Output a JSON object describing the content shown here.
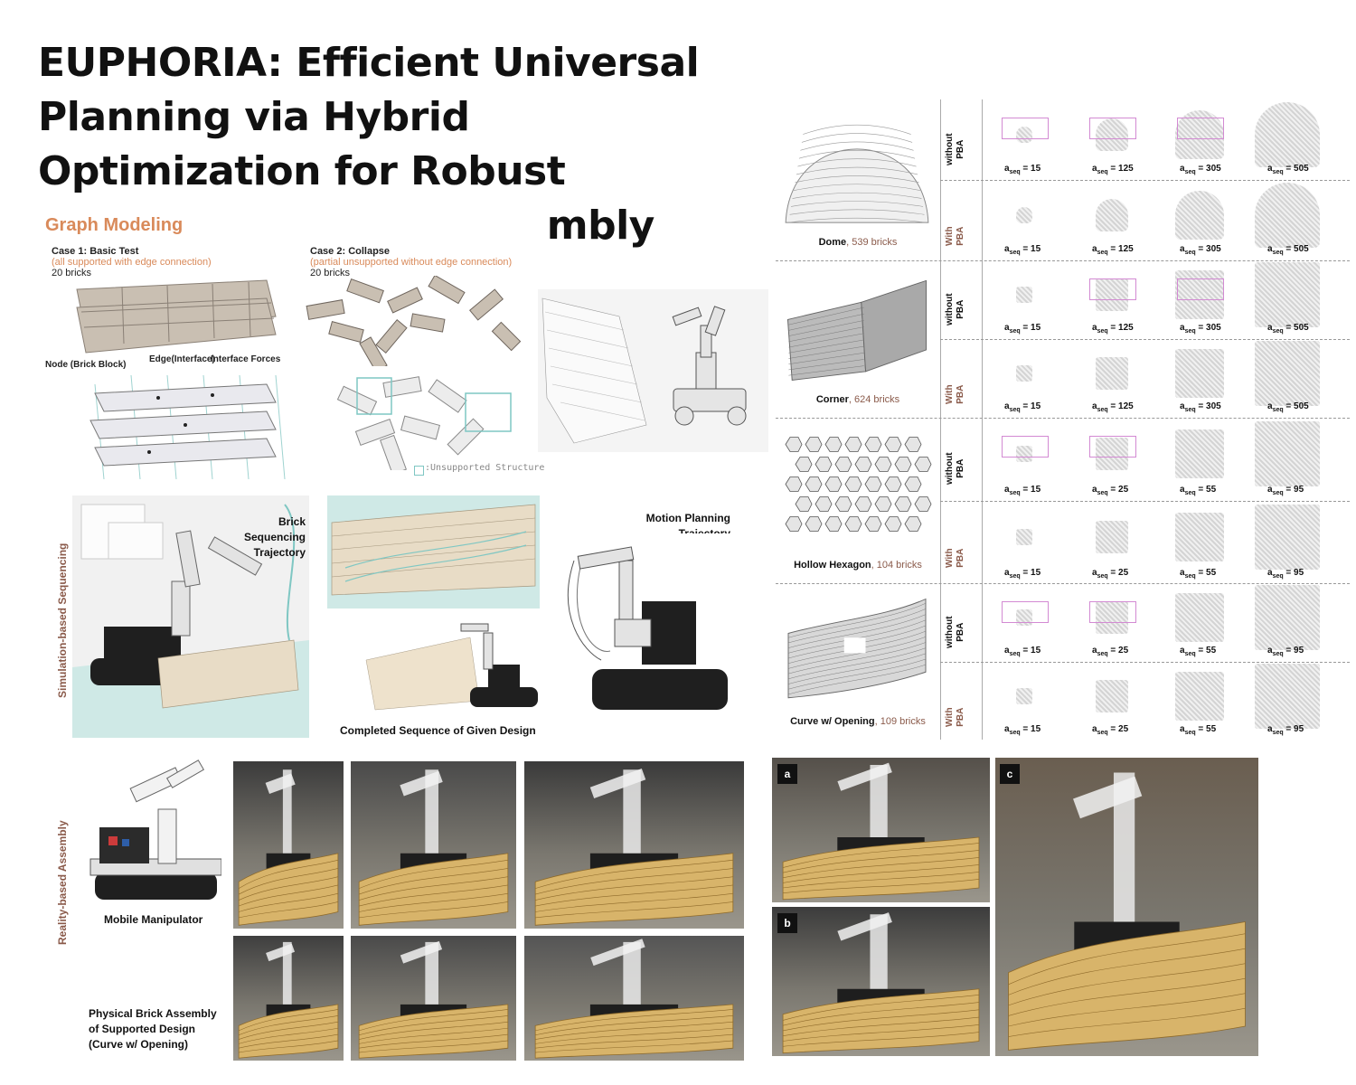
{
  "title": "EUPHORIA: Efficient Universal Planning via Hybrid Optimization for Robust Industrial Robotic Assembly",
  "graph_modeling": {
    "heading": "Graph Modeling",
    "case1": {
      "title": "Case 1: Basic Test",
      "subtitle": "(all supported with edge connection)",
      "count": "20 bricks"
    },
    "case2": {
      "title": "Case 2: Collapse",
      "subtitle": "(partial unsupported without edge connection)",
      "count": "20 bricks"
    },
    "labels": {
      "node": "Node (Brick Block)",
      "edge": "Edge(Interface)",
      "forces": "Interface Forces"
    },
    "unsupported_legend": ":Unsupported Structure"
  },
  "simulation": {
    "side_label": "Simulation-based Sequencing",
    "brick_traj": "Brick\nSequencing\nTrajectory",
    "motion_traj": "Motion Planning\nTrajectory",
    "completed": "Completed Sequence of Given Design"
  },
  "reality": {
    "side_label": "Reality-based Assembly",
    "mobile": "Mobile Manipulator",
    "physical": "Physical Brick Assembly\nof Supported Design\n(Curve w/ Opening)"
  },
  "photo_tags": [
    "a",
    "b",
    "c"
  ],
  "results": {
    "rows": [
      {
        "name": "Dome",
        "count": "539 bricks",
        "without": [
          "15",
          "125",
          "305",
          "505"
        ],
        "with": [
          "15",
          "125",
          "305",
          "505"
        ]
      },
      {
        "name": "Corner",
        "count": "624 bricks",
        "without": [
          "15",
          "125",
          "305",
          "505"
        ],
        "with": [
          "15",
          "125",
          "305",
          "505"
        ]
      },
      {
        "name": "Hollow Hexagon",
        "count": "104 bricks",
        "without": [
          "15",
          "25",
          "55",
          "95"
        ],
        "with": [
          "15",
          "25",
          "55",
          "95"
        ]
      },
      {
        "name": "Curve w/ Opening",
        "count": "109 bricks",
        "without": [
          "15",
          "25",
          "55",
          "95"
        ],
        "with": [
          "15",
          "25",
          "55",
          "95"
        ]
      }
    ],
    "without_label": "without\nPBA",
    "with_label": "With\nPBA",
    "aseq_prefix": "a",
    "aseq_sub": "seq"
  },
  "colors": {
    "accent_brown": "#8a5a4a",
    "accent_orange": "#d98a5a",
    "highlight": "#d38ad3",
    "teal": "#9fd3d0"
  }
}
